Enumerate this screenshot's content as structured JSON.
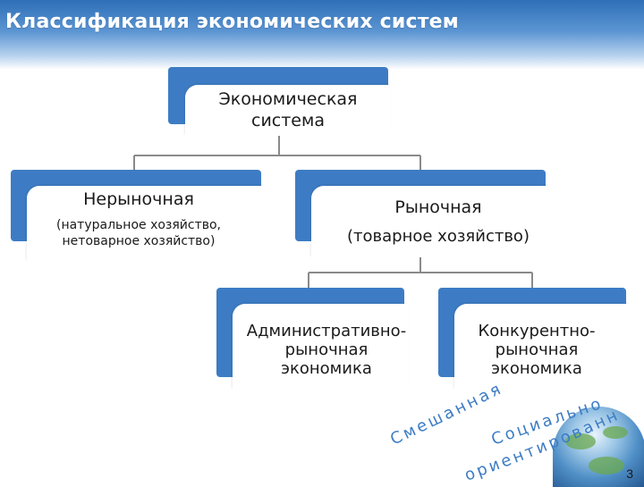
{
  "title": "Классификация экономических систем",
  "nodes": {
    "root": {
      "line1": "Экономическая",
      "line2": "система"
    },
    "non_market": {
      "label": "Нерыночная",
      "sub1": "(натуральное хозяйство,",
      "sub2": "нетоварное хозяйство)"
    },
    "market": {
      "label": "Рыночная",
      "sub": "(товарное хозяйство)"
    },
    "admin": {
      "line1": "Административно-",
      "line2": "рыночная",
      "line3": "экономика"
    },
    "competitive": {
      "line1": "Конкурентно-",
      "line2": "рыночная",
      "line3": "экономика"
    }
  },
  "curved": {
    "mixed": "Смешанная",
    "social": "Социально",
    "oriented": "ориентированная"
  },
  "colors": {
    "accent": "#3d7cc4",
    "line": "#8a8a8a"
  },
  "page_number": "3"
}
